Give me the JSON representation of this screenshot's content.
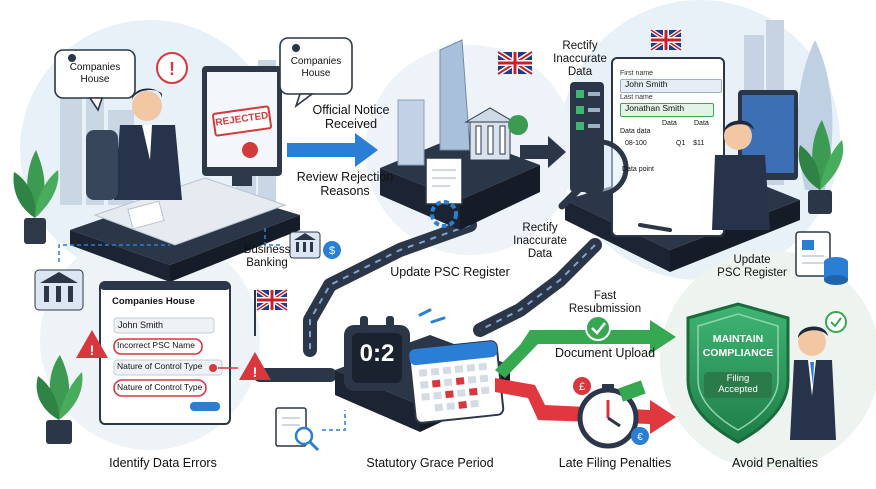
{
  "labels": {
    "official_notice": "Official Notice\nReceived",
    "review_rejection": "Review Rejection\nReasons",
    "rectify_top": "Rectify\nInaccurate\nData",
    "rectify_mid": "Rectify\nInaccurate\nData",
    "business_banking": "Business\nBanking",
    "update_psc_center": "Update PSC Register",
    "update_psc_right": "Update\nPSC Register",
    "fast_resubmission": "Fast\nResubmission",
    "document_upload": "Document Upload",
    "identify_errors": "Identify Data Errors",
    "grace_period": "Statutory Grace Period",
    "late_penalties": "Late Filing Penalties",
    "avoid_penalties": "Avoid Penalties"
  },
  "companies_house": {
    "bubble1": "Companies\nHouse",
    "bubble2": "Companies\nHouse",
    "form_title": "Companies House"
  },
  "rejected_stamp": "REJECTED",
  "left_form": {
    "name": "John Smith",
    "incorrect_psc": "Incorrect PSC Name",
    "control_type_1": "Nature of Control Type",
    "control_type_2": "Nature of Control Type"
  },
  "right_form": {
    "first_name_label": "First name",
    "first_name": "John Smith",
    "last_name_label": "Last name",
    "last_name": "Jonathan Smith",
    "data_label1": "Data",
    "data_label2": "Data",
    "data_data": "Data data",
    "date_value": "08-100",
    "q_values": "Q1    $11",
    "data_point": "Data point"
  },
  "clock_display": "0:2",
  "shield": {
    "line1": "MAINTAIN",
    "line2": "COMPLIANCE",
    "line3": "Filing",
    "line4": "Accepted"
  },
  "colors": {
    "navy_path": "#2b3648",
    "blue_arrow": "#2a7fd4",
    "green_arrow": "#36a852",
    "red_arrow": "#e0383e",
    "shield_green": "#2e9a5e",
    "warning_red": "#d9363e"
  }
}
